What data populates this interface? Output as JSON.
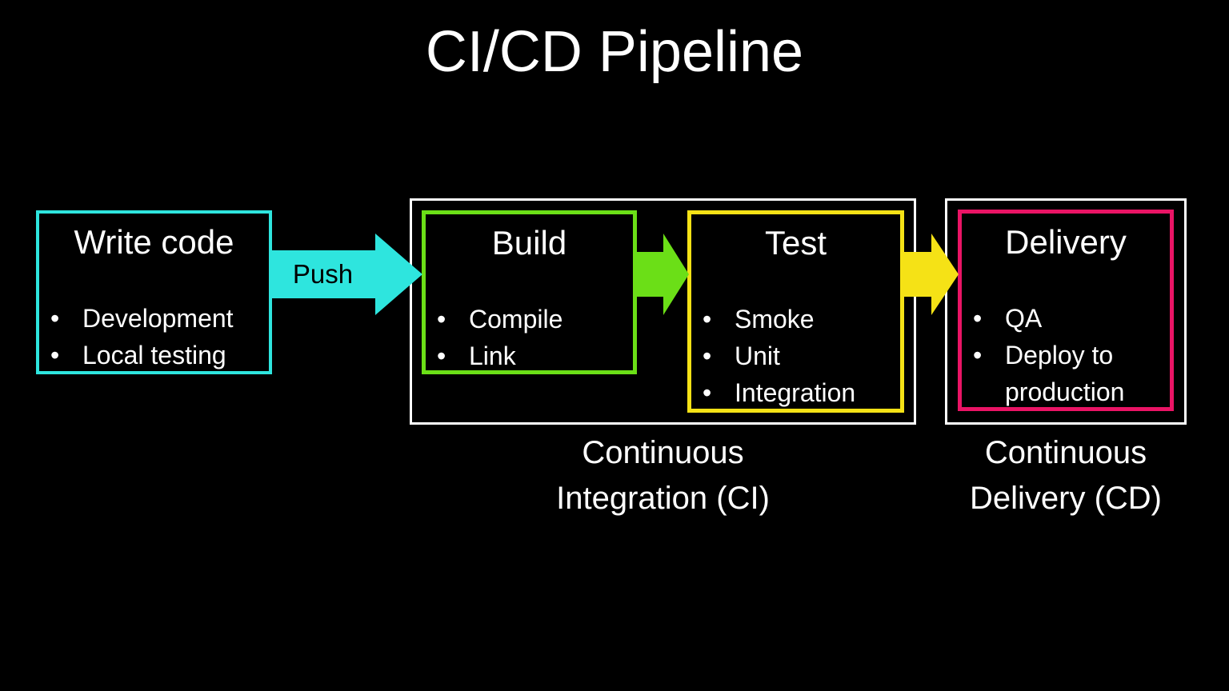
{
  "title": "CI/CD Pipeline",
  "bullet_char": "•",
  "colors": {
    "background": "#000000",
    "white": "#FFFFFF",
    "cyan": "#2EE5DE",
    "green": "#6BDF17",
    "yellow": "#F5E216",
    "pink": "#EA1465",
    "arrow_label_text": "#000000"
  },
  "boxes": {
    "write_code": {
      "title": "Write code",
      "items": [
        "Development",
        "Local testing"
      ]
    },
    "build": {
      "title": "Build",
      "items": [
        "Compile",
        "Link"
      ]
    },
    "test": {
      "title": "Test",
      "items": [
        "Smoke",
        "Unit",
        "Integration"
      ]
    },
    "delivery": {
      "title": "Delivery",
      "items": [
        "QA",
        "Deploy to production"
      ]
    }
  },
  "arrows": {
    "push": {
      "label": "Push"
    },
    "build_to_test": {
      "label": ""
    },
    "test_to_delivery": {
      "label": ""
    }
  },
  "groups": {
    "ci": {
      "label": "Continuous Integration (CI)"
    },
    "cd": {
      "label": "Continuous Delivery (CD)"
    }
  }
}
